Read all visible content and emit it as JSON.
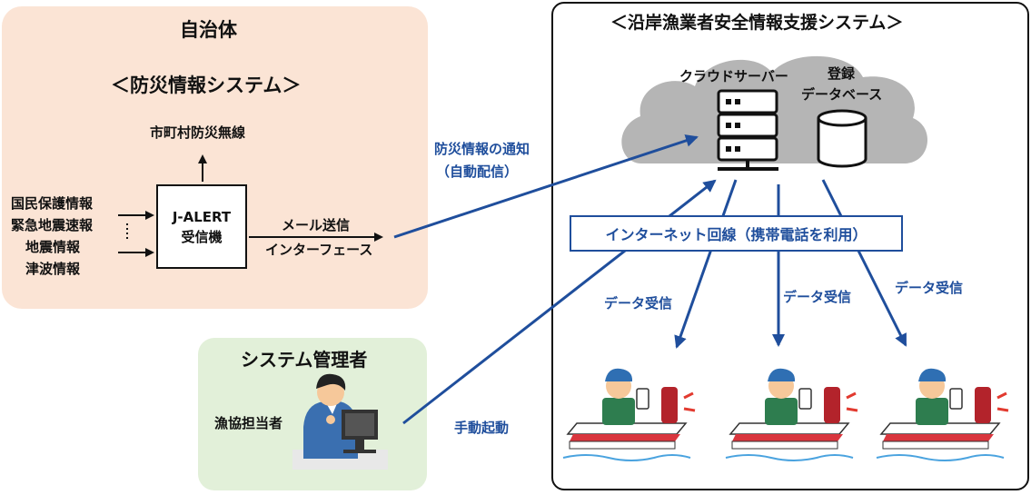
{
  "government": {
    "title": "自治体",
    "system_title": "＜防災情報システム＞",
    "municipal_radio": "市町村防災無線",
    "inputs": [
      "国民保護情報",
      "緊急地震速報",
      "地震情報",
      "津波情報"
    ],
    "receiver_line1": "J-ALERT",
    "receiver_line2": "受信機",
    "interface_line1": "メール送信",
    "interface_line2": "インターフェース"
  },
  "notification": {
    "line1": "防災情報の通知",
    "line2": "（自動配信）"
  },
  "admin": {
    "title": "システム管理者",
    "person": "漁協担当者",
    "manual": "手動起動"
  },
  "system": {
    "title": "＜沿岸漁業者安全情報支援システム＞",
    "cloud_server": "クラウドサーバー",
    "db_line1": "登録",
    "db_line2": "データベース",
    "internet": "インターネット回線（携帯電話を利用）",
    "receive_labels": [
      "データ受信",
      "データ受信",
      "データ受信"
    ]
  },
  "colors": {
    "gov_panel": "#fbe4d5",
    "admin_panel": "#e2f0d9",
    "arrow_blue": "#1f4e9c",
    "cloud_gray": "#b5b5b5"
  }
}
